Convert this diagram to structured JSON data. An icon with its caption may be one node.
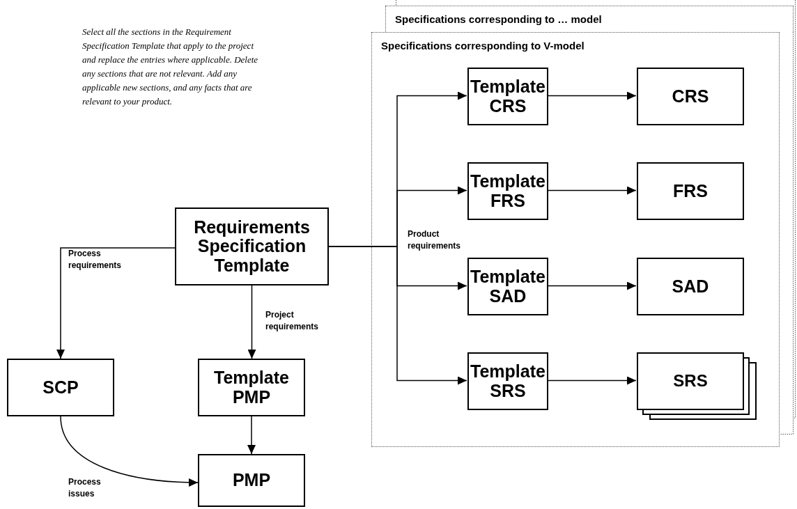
{
  "diagram": {
    "nodes": [
      {
        "text": [
          "Specifications corresponding to … model"
        ]
      },
      {
        "text": [
          "Specifications corresponding to V-model"
        ]
      },
      {
        "text": [
          "Template CRS"
        ],
        "in": 1
      },
      {
        "text": [
          "CRS"
        ],
        "in": 1
      },
      {
        "text": [
          "Template FRS"
        ],
        "in": 1
      },
      {
        "text": [
          "FRS"
        ],
        "in": 1
      },
      {
        "text": [
          "Template SAD"
        ],
        "in": 1
      },
      {
        "text": [
          "SAD"
        ],
        "in": 1
      },
      {
        "text": [
          "Template SRS"
        ],
        "in": 1
      },
      {
        "text": [
          "SRS"
        ],
        "in": 1
      },
      {
        "text": [
          "Requirements Specification Template"
        ]
      },
      {
        "text": [
          "SCP"
        ]
      },
      {
        "text": [
          "Template PMP"
        ]
      },
      {
        "text": [
          "PMP"
        ]
      }
    ],
    "edges": [
      {
        "from": 10,
        "to": 2,
        "arrow": "to"
      },
      {
        "from": 10,
        "to": 4,
        "arrow": "to"
      },
      {
        "from": 10,
        "to": 6,
        "arrow": "to",
        "label": "Product requirements"
      },
      {
        "from": 10,
        "to": 8,
        "arrow": "to"
      },
      {
        "from": 2,
        "to": 3,
        "arrow": "to"
      },
      {
        "from": 4,
        "to": 5,
        "arrow": "to"
      },
      {
        "from": 6,
        "to": 7,
        "arrow": "to"
      },
      {
        "from": 8,
        "to": 9,
        "arrow": "to"
      },
      {
        "from": 10,
        "to": 11,
        "arrow": "to",
        "label": "Process requirements"
      },
      {
        "from": 10,
        "to": 12,
        "arrow": "to",
        "label": "Project requirements"
      },
      {
        "from": 12,
        "to": 13,
        "arrow": "to"
      },
      {
        "from": 11,
        "to": 13,
        "arrow": "to",
        "label": "Process issues"
      }
    ],
    "labels": [
      "Select all the sections in the Requirement Specification Template that apply to the project and replace the entries where applicable. Delete any sections that are not relevant. Add any applicable new sections, and any facts that are relevant to your product."
    ]
  }
}
